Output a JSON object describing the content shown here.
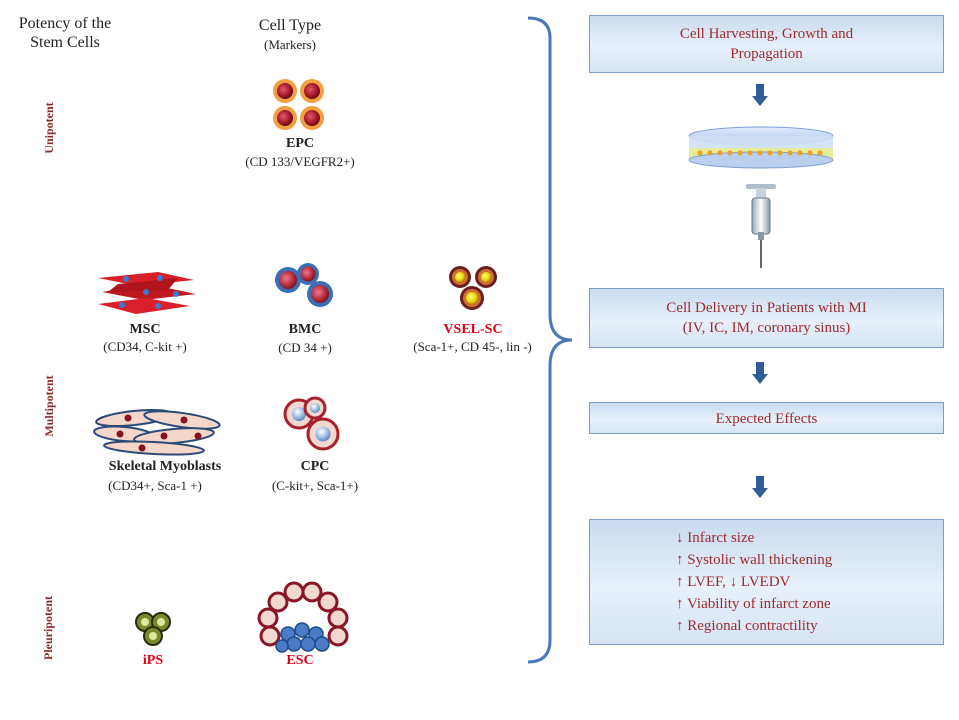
{
  "headers": {
    "potency": [
      "Potency of the",
      "Stem Cells"
    ],
    "cell_type": "Cell Type",
    "markers": "(Markers)"
  },
  "potency_levels": [
    "Unipotent",
    "Multipotent",
    "Pleuripotent"
  ],
  "cells": {
    "epc": {
      "name": "EPC",
      "markers": "(CD 133/VEGFR2+)"
    },
    "msc": {
      "name": "MSC",
      "markers": "(CD34, C-kit +)"
    },
    "bmc": {
      "name": "BMC",
      "markers": "(CD 34 +)"
    },
    "vsel": {
      "name": "VSEL-SC",
      "markers": "(Sca-1+, CD 45-, lin -)"
    },
    "myoblasts": {
      "name": "Skeletal Myoblasts",
      "markers": "(CD34+, Sca-1 +)"
    },
    "cpc": {
      "name": "CPC",
      "markers": "(C-kit+, Sca-1+)"
    },
    "ips": {
      "name": "iPS"
    },
    "esc": {
      "name": "ESC"
    }
  },
  "flow": {
    "harvest": [
      "Cell Harvesting,  Growth and",
      "Propagation"
    ],
    "delivery": [
      "Cell  Delivery  in Patients with MI",
      "(IV, IC, IM, coronary sinus)"
    ],
    "expected": "Expected Effects",
    "effects": [
      "↓  Infarct size",
      "↑  Systolic wall thickening",
      "↑  LVEF, ↓ LVEDV",
      "↑ Viability  of infarct zone",
      "↑ Regional contractility"
    ]
  },
  "colors": {
    "label_red": "#8b2b2b",
    "highlight_red": "#e0001a",
    "box_border": "#7a9cc6",
    "arrow": "#2f5d9a",
    "brace": "#4a78b8"
  }
}
